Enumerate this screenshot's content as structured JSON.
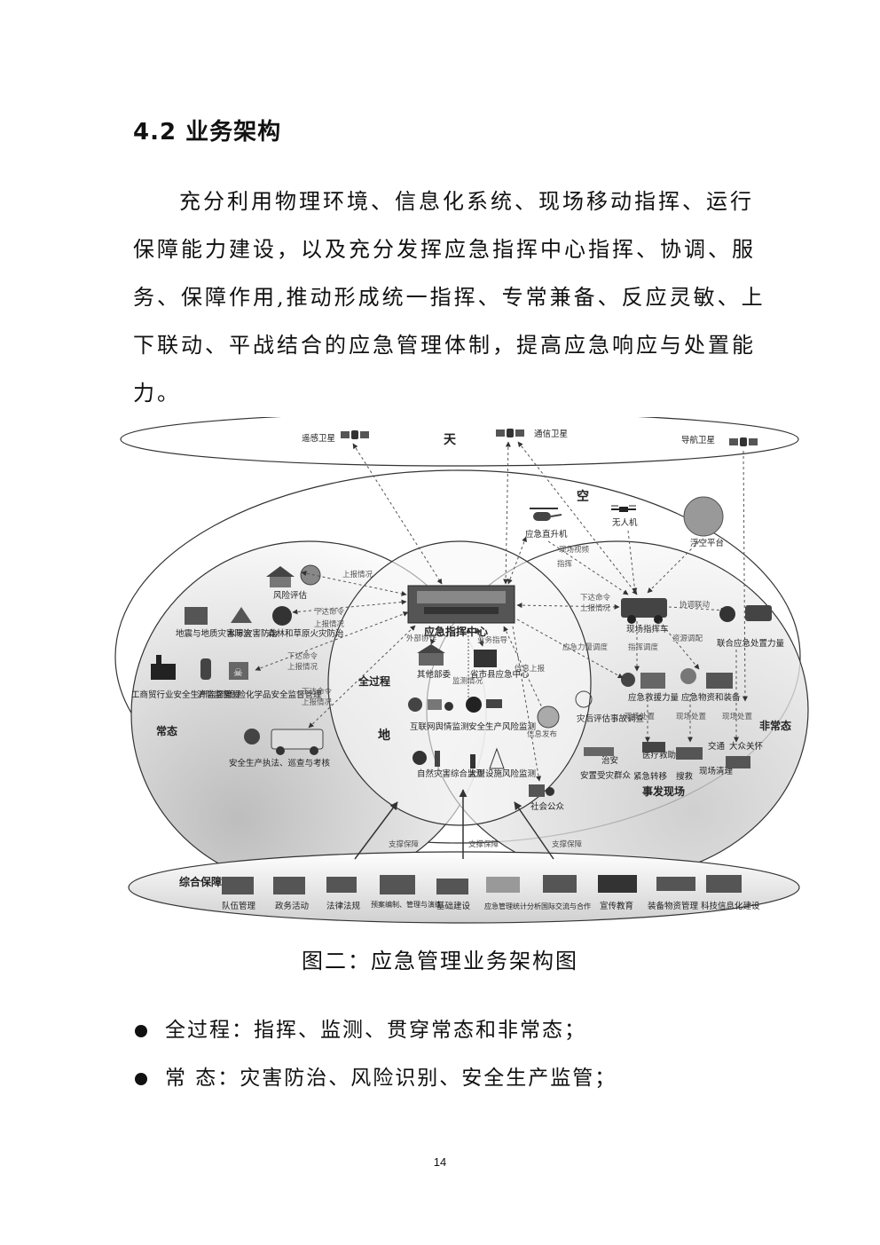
{
  "heading": "4.2 业务架构",
  "paragraph_lines": [
    "充分利用物理环境、信息化系统、现场移动指挥、运行",
    "保障能力建设，以及充分发挥应急指挥中心指挥、协调、服",
    "务、保障作用,推动形成统一指挥、专常兼备、反应灵敏、上",
    "下联动、平战结合的应急管理体制，提高应急响应与处置能",
    "力。"
  ],
  "diagram": {
    "zones": {
      "sky": "天",
      "air": "空",
      "ground": "地",
      "whole": "全过程",
      "normal": "常态",
      "abnormal": "非常态",
      "support": "综合保障"
    },
    "satellites": [
      "遥感卫星",
      "通信卫星",
      "导航卫星"
    ],
    "air_items": [
      "应急直升机",
      "无人机",
      "浮空平台"
    ],
    "center": "应急指挥中心",
    "normal_items": [
      "风险评估",
      "地震与地质灾害防治",
      "水旱灾害防治",
      "森林和草原火灾防治",
      "工商贸行业安全生产监督管理",
      "消防监督",
      "危险化学品安全监督管理",
      "安全生产执法、巡查与考核"
    ],
    "ground_items": [
      "其他部委",
      "省市县应急中心",
      "互联网舆情监测",
      "安全生产风险监测",
      "自然灾害综合监测",
      "大型设施风险监测",
      "社会公众"
    ],
    "abnormal_items": [
      "现场指挥车",
      "联合应急处置力量",
      "应急救援力量",
      "应急物资和装备",
      "灾后评估事故调查",
      "安置受灾群众",
      "治安",
      "医疗救助",
      "紧急转移",
      "搜救",
      "交通",
      "大众关怀",
      "现场清理",
      "事发现场"
    ],
    "arrow_labels": [
      "上报情况",
      "下达命令",
      "上报情况",
      "下达命令",
      "上报情况",
      "下达命令",
      "上报情况",
      "外部协作",
      "监测情况",
      "业务指导",
      "信息上报",
      "信息发布",
      "现场视频",
      "指挥",
      "下达命令",
      "上报情况",
      "协调联动",
      "指挥调度",
      "资源调配",
      "应急力量调度",
      "现场处置",
      "现场处置",
      "现场处置"
    ],
    "support_arrow": "支撑保障",
    "support_items": [
      "队伍管理",
      "政务活动",
      "法律法规",
      "预案编制、管理与演练",
      "基础建设",
      "应急管理统计分析",
      "国际交流与合作",
      "宣传教育",
      "装备物资管理",
      "科技信息化建设"
    ]
  },
  "caption": "图二：应急管理业务架构图",
  "bullets": [
    "全过程：指挥、监测、贯穿常态和非常态；",
    "常 态：灾害防治、风险识别、安全生产监管；"
  ],
  "page_number": "14"
}
